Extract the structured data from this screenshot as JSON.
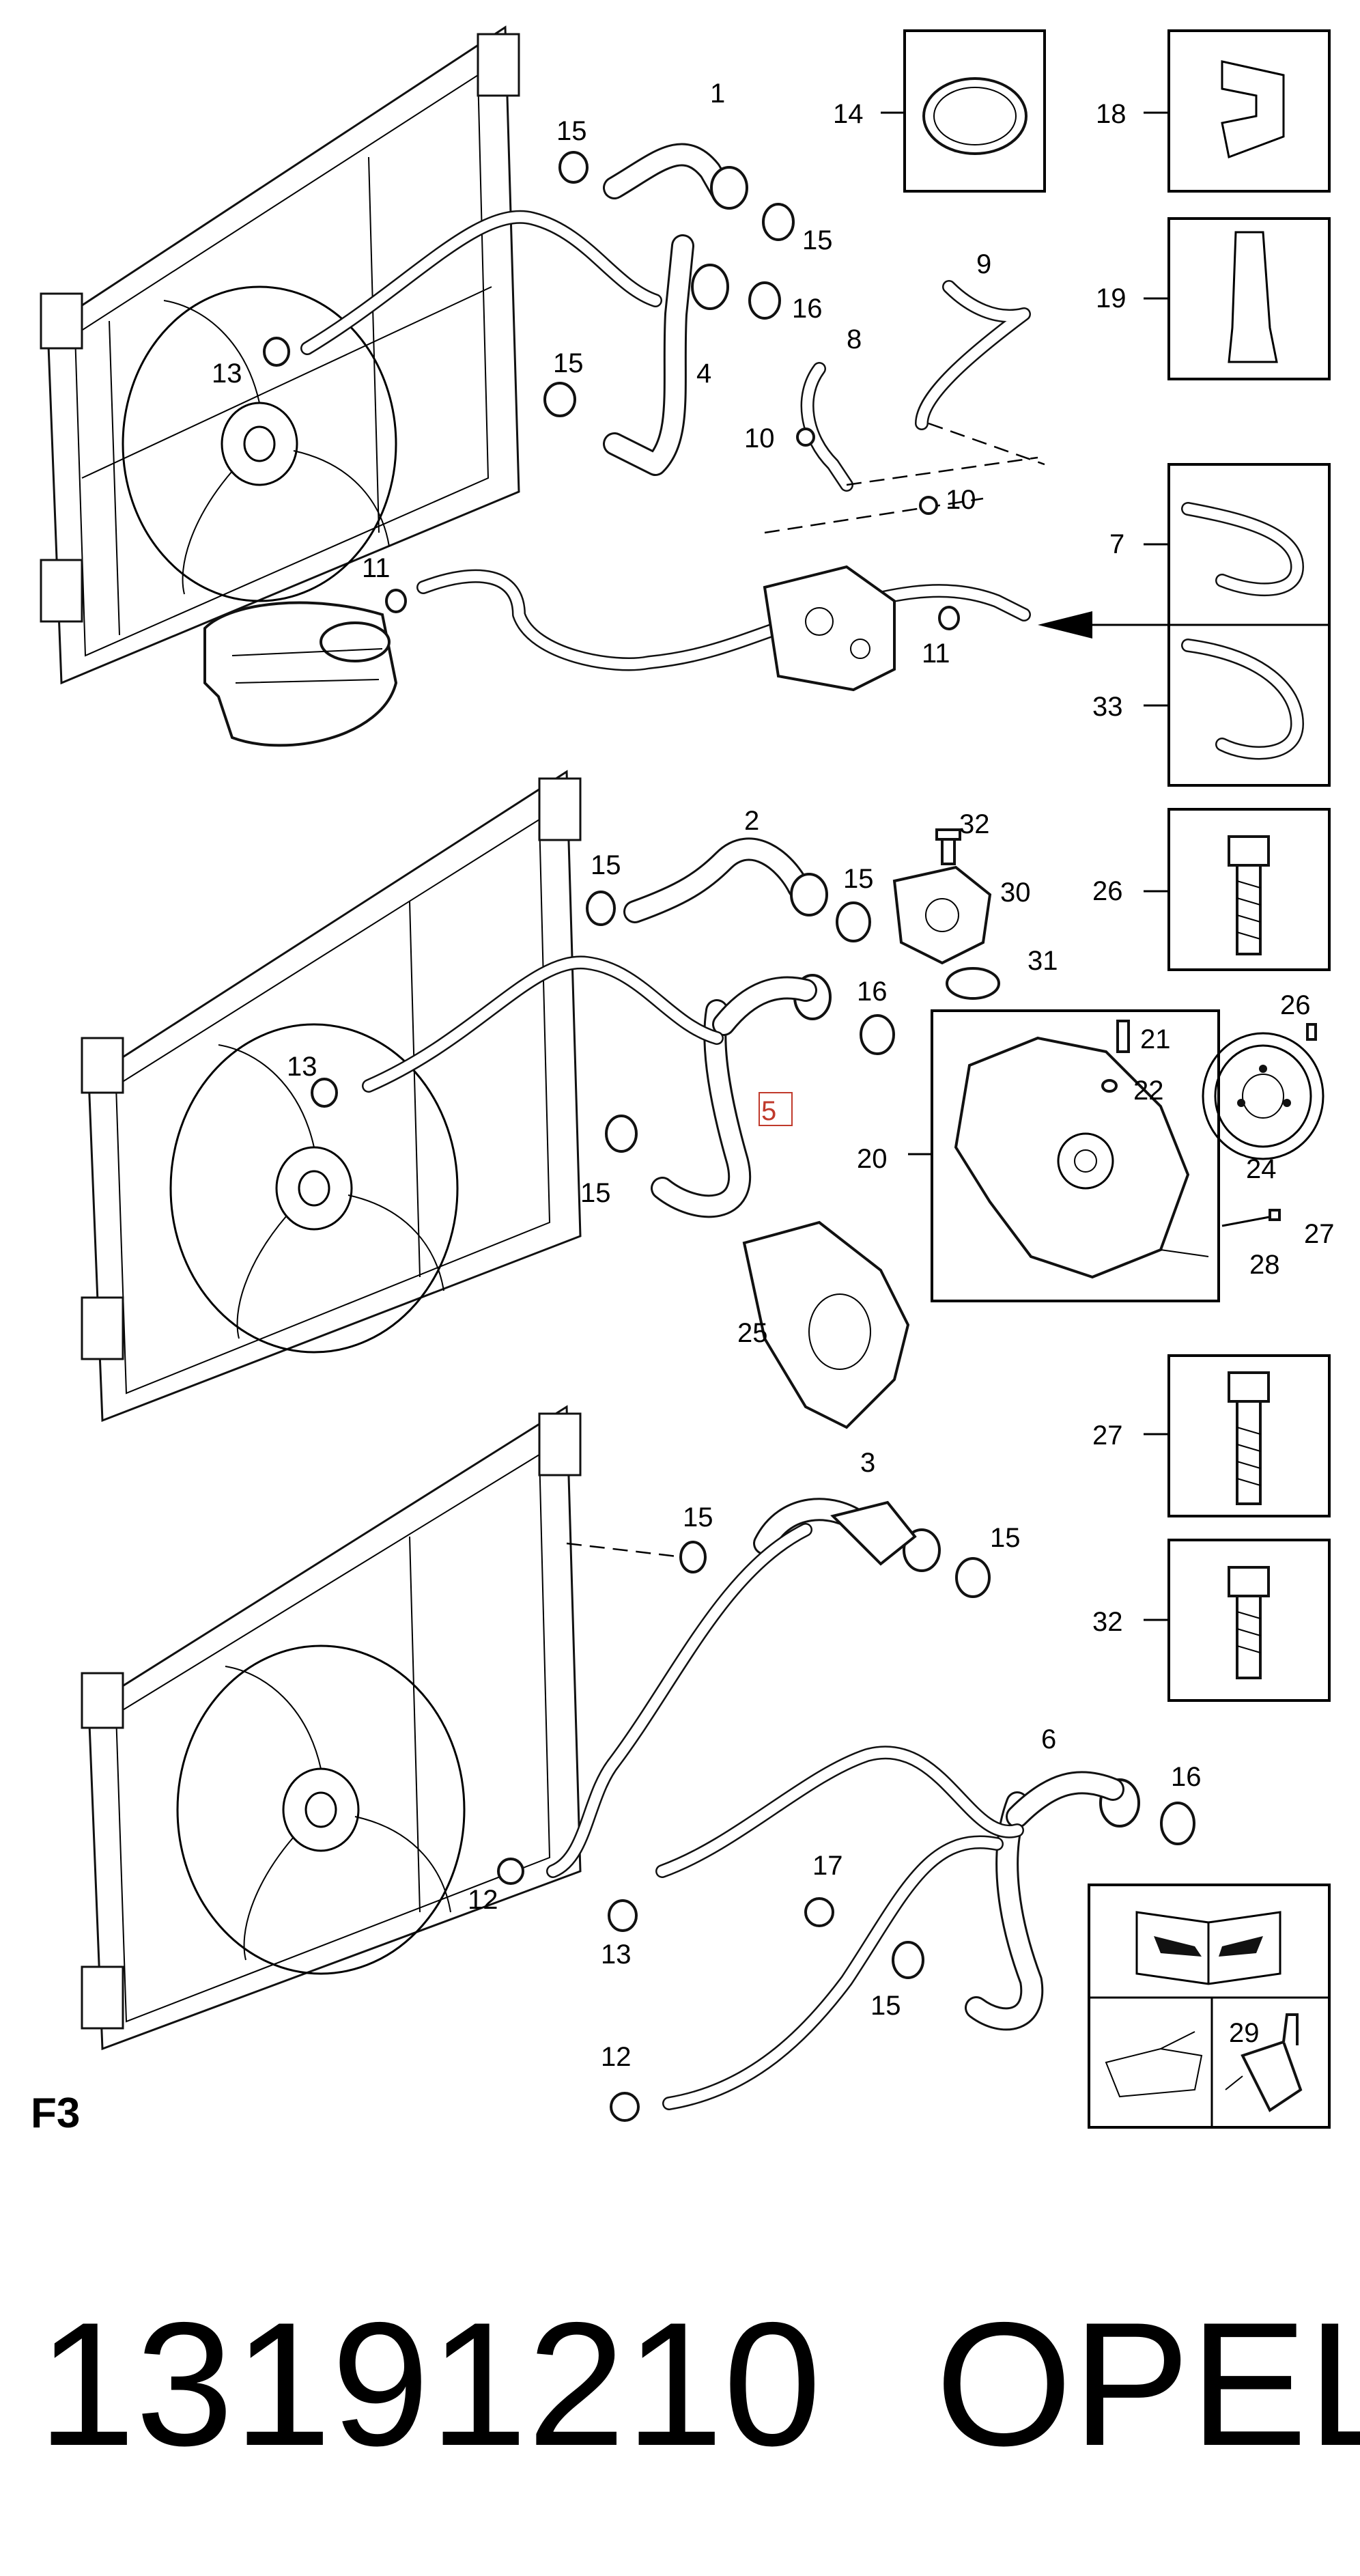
{
  "figure_label": "F3",
  "part_number": "13191210",
  "brand": "OPEL",
  "callouts": {
    "c1": "1",
    "c2": "2",
    "c3": "3",
    "c4": "4",
    "c5": "5",
    "c6": "6",
    "c7": "7",
    "c8": "8",
    "c9": "9",
    "c10": "10",
    "c11": "11",
    "c12": "12",
    "c13": "13",
    "c14": "14",
    "c15": "15",
    "c16": "16",
    "c17": "17",
    "c18": "18",
    "c19": "19",
    "c20": "20",
    "c21": "21",
    "c22": "22",
    "c24": "24",
    "c25": "25",
    "c26": "26",
    "c27": "27",
    "c28": "28",
    "c29": "29",
    "c30": "30",
    "c31": "31",
    "c32": "32",
    "c33": "33"
  },
  "highlighted_callout": "5",
  "icons": [
    "radiator-icon",
    "fan-icon",
    "hose-clamp-icon",
    "bolt-icon",
    "thermostat-housing-icon",
    "water-pump-icon",
    "pulley-icon",
    "gasket-icon",
    "expansion-tank-icon",
    "repair-manual-icon",
    "oil-can-icon",
    "sealant-bottle-icon"
  ],
  "colors": {
    "line": "#000000",
    "highlight": "#c0392b"
  }
}
